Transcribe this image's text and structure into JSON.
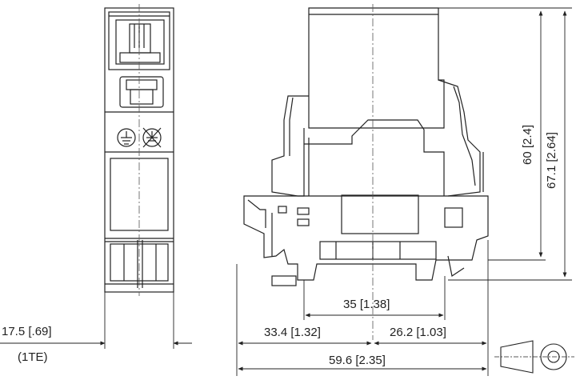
{
  "dimensions": {
    "width_label": "17.5 [.69]",
    "width_sublabel": "(1TE)",
    "d35_label": "35 [1.38]",
    "d33_label": "33.4 [1.32]",
    "d26_label": "26.2 [1.03]",
    "d59_label": "59.6 [2.35]",
    "h60_label": "60 [2.4]",
    "h67_label": "67.1 [2.64]"
  },
  "views": {
    "front": "front-view",
    "side": "side-view",
    "projection": "projection-symbol"
  }
}
